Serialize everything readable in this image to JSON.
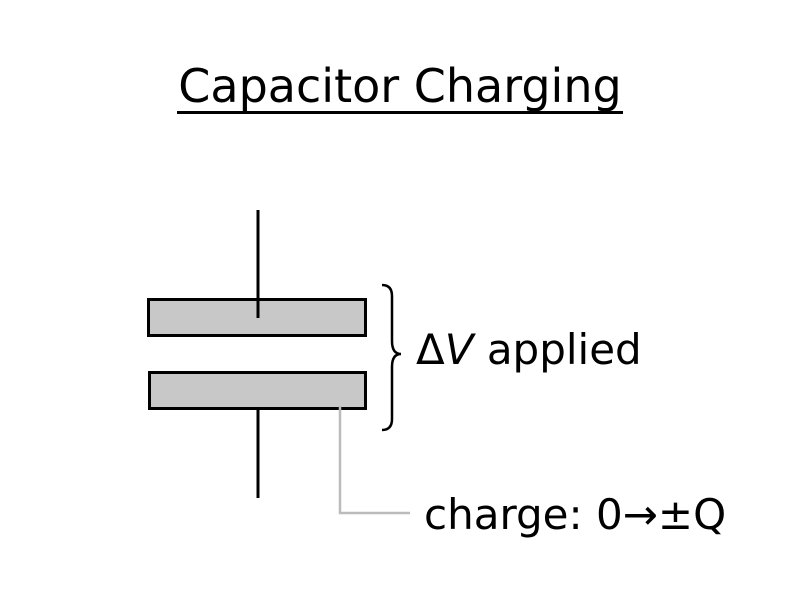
{
  "title": "Capacitor Charging",
  "voltage_label": {
    "delta": "Δ",
    "variable": "V",
    "rest": " applied"
  },
  "charge_label": "charge: 0→±Q",
  "colors": {
    "plate_fill": "#c8c8c8",
    "stroke": "#000000",
    "leader_line": "#bbbbbb",
    "background": "#ffffff"
  }
}
